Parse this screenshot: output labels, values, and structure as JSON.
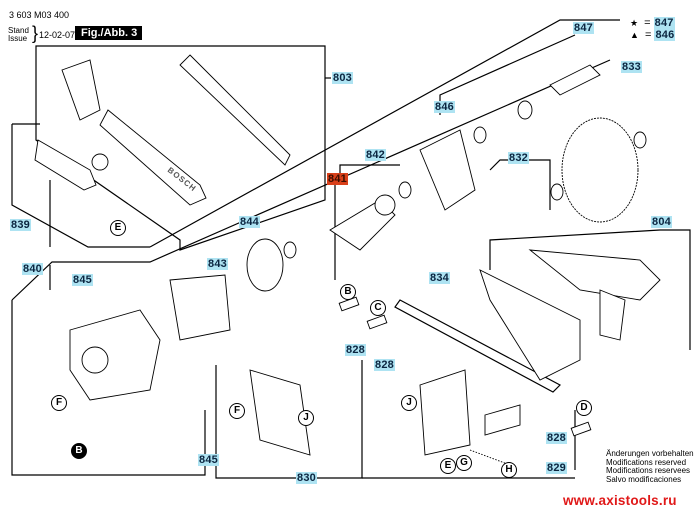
{
  "header": {
    "document_number": "3 603 M03 400",
    "stand_label": "Stand",
    "issue_label": "Issue",
    "issue_date": "12-02-07",
    "figure_label": "Fig./Abb. 3"
  },
  "legend": {
    "star_symbol": "★",
    "star_equals": "=",
    "star_group": "847",
    "triangle_symbol": "▲",
    "triangle_equals": "=",
    "triangle_group": "846"
  },
  "part_groups": [
    {
      "id": "803",
      "highlight": "blue"
    },
    {
      "id": "804",
      "highlight": "blue"
    },
    {
      "id": "828",
      "highlight": "blue"
    },
    {
      "id": "829",
      "highlight": "blue"
    },
    {
      "id": "830",
      "highlight": "blue"
    },
    {
      "id": "832",
      "highlight": "blue"
    },
    {
      "id": "833",
      "highlight": "blue"
    },
    {
      "id": "834",
      "highlight": "blue"
    },
    {
      "id": "839",
      "highlight": "blue"
    },
    {
      "id": "840",
      "highlight": "blue"
    },
    {
      "id": "841",
      "highlight": "red"
    },
    {
      "id": "842",
      "highlight": "blue"
    },
    {
      "id": "843",
      "highlight": "blue"
    },
    {
      "id": "844",
      "highlight": "blue"
    },
    {
      "id": "845",
      "highlight": "blue"
    },
    {
      "id": "846",
      "highlight": "blue"
    },
    {
      "id": "847",
      "highlight": "blue"
    }
  ],
  "labels": {
    "p803": "803",
    "p804": "804",
    "p828a": "828",
    "p828b": "828",
    "p828c": "828",
    "p829": "829",
    "p830": "830",
    "p832": "832",
    "p833": "833",
    "p834": "834",
    "p839": "839",
    "p840": "840",
    "p841": "841",
    "p842": "842",
    "p843": "843",
    "p844": "844",
    "p845a": "845",
    "p845b": "845",
    "p846": "846",
    "p847": "847"
  },
  "callouts": {
    "B1": "B",
    "B2": "B",
    "C": "C",
    "D": "D",
    "E1": "E",
    "E2": "E",
    "F1": "F",
    "F2": "F",
    "G": "G",
    "H": "H",
    "J1": "J",
    "J2": "J"
  },
  "brand_text": "BOSCH",
  "modifications_notice": [
    "Änderungen vorbehalten",
    "Modifications reserved",
    "Modifications reservees",
    "Salvo modificaciones"
  ],
  "website": "www.axistools.ru",
  "colors": {
    "tag_blue": "#aee3f2",
    "tag_red": "#d9401a",
    "url_red": "#e01818"
  }
}
